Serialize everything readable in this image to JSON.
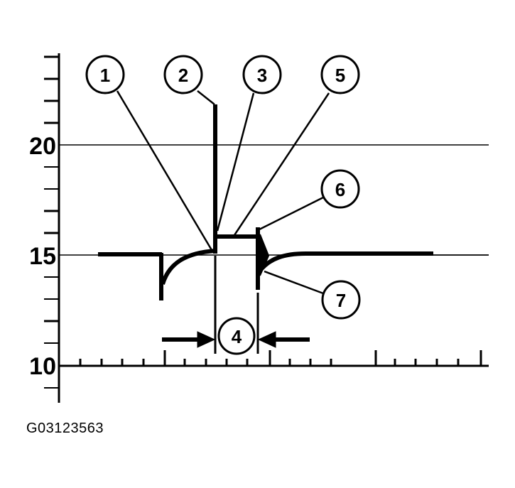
{
  "diagram": {
    "type": "waveform-timing-diagram",
    "y_axis": {
      "labels": [
        {
          "text": "20",
          "value": 20
        },
        {
          "text": "15",
          "value": 15
        },
        {
          "text": "10",
          "value": 10
        }
      ],
      "range": [
        9,
        24
      ],
      "minor_tick_step": 1
    },
    "x_axis": {
      "minor_ticks": 19,
      "major_every": 5
    },
    "gridlines": [
      20,
      15
    ],
    "callouts": [
      {
        "id": "1",
        "label": "1"
      },
      {
        "id": "2",
        "label": "2"
      },
      {
        "id": "3",
        "label": "3"
      },
      {
        "id": "4",
        "label": "4"
      },
      {
        "id": "5",
        "label": "5"
      },
      {
        "id": "6",
        "label": "6"
      },
      {
        "id": "7",
        "label": "7"
      }
    ],
    "colors": {
      "line": "#000000",
      "background": "#ffffff"
    }
  },
  "caption": "G03123563"
}
